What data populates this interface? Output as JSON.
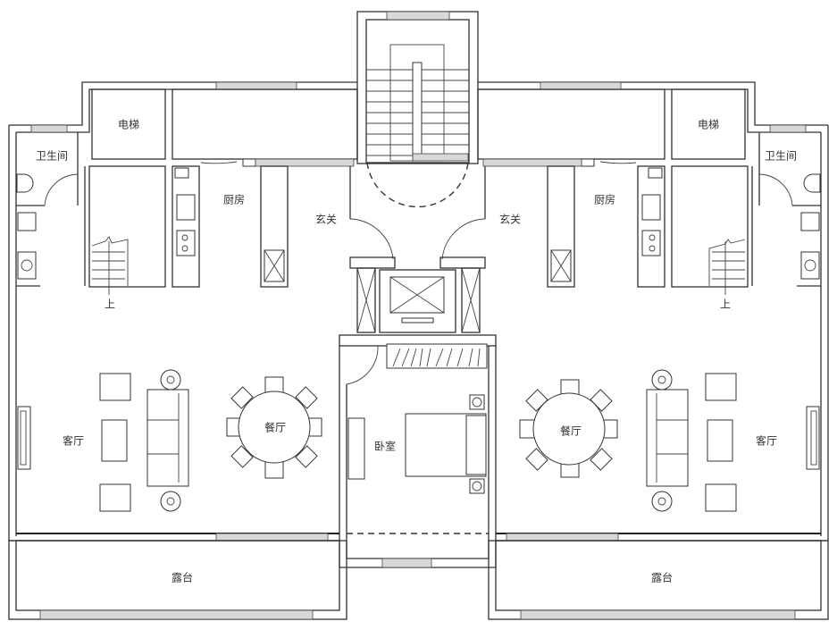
{
  "plan": {
    "type": "residential floor plan (two mirrored units)",
    "colors": {
      "line": "#333333",
      "window_fill": "#d8d8d8",
      "background": "#ffffff"
    },
    "rooms": {
      "left_elevator": "电梯",
      "right_elevator": "电梯",
      "left_bathroom": "卫生间",
      "right_bathroom": "卫生间",
      "left_kitchen": "厨房",
      "right_kitchen": "厨房",
      "left_foyer": "玄关",
      "right_foyer": "玄关",
      "left_stair_up": "上",
      "right_stair_up": "上",
      "left_living": "客厅",
      "right_living": "客厅",
      "left_dining": "餐厅",
      "right_dining": "餐厅",
      "bedroom": "卧室",
      "left_terrace": "露台",
      "right_terrace": "露台"
    }
  }
}
